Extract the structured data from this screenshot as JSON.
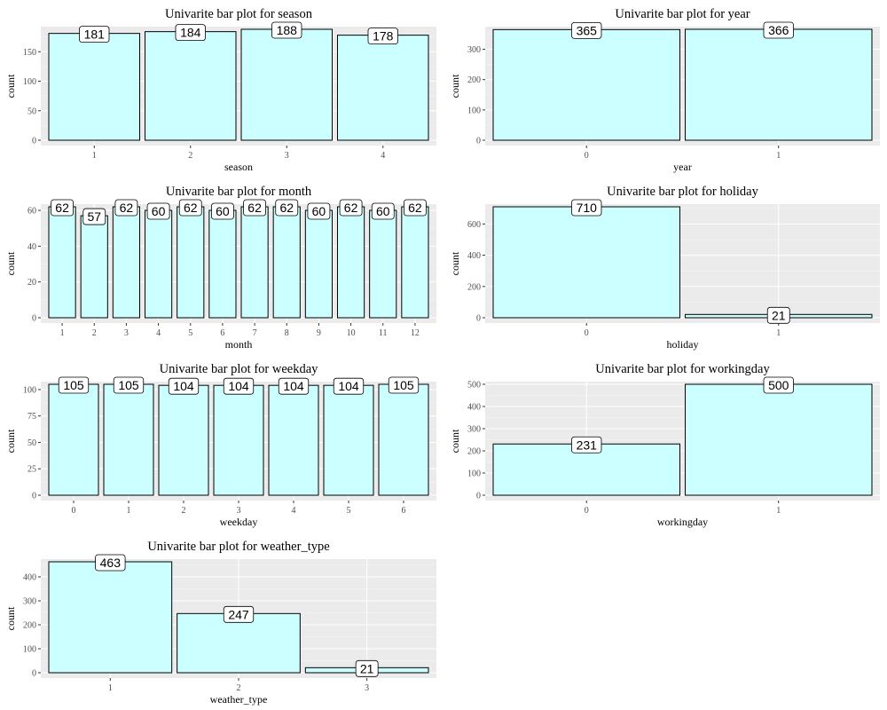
{
  "colors": {
    "panel_background": "#ebebeb",
    "grid_major": "#ffffff",
    "bar_fill": "#ccffff",
    "bar_outline": "#000000",
    "label_box": "#ffffff"
  },
  "chart_data": [
    {
      "type": "bar",
      "title": "Univarite bar plot for season",
      "xlabel": "season",
      "ylabel": "count",
      "categories": [
        "1",
        "2",
        "3",
        "4"
      ],
      "values": [
        181,
        184,
        188,
        178
      ],
      "data_labels": [
        "181",
        "184",
        "188",
        "178"
      ],
      "yticks": [
        0,
        50,
        100,
        150
      ],
      "ytick_labels": [
        "0",
        "50",
        "100",
        "150"
      ],
      "ylim": [
        0,
        188
      ],
      "grid": true
    },
    {
      "type": "bar",
      "title": "Univarite bar plot for year",
      "xlabel": "year",
      "ylabel": "count",
      "categories": [
        "0",
        "1"
      ],
      "values": [
        365,
        366
      ],
      "data_labels": [
        "365",
        "366"
      ],
      "yticks": [
        0,
        100,
        200,
        300
      ],
      "ytick_labels": [
        "0",
        "100",
        "200",
        "300"
      ],
      "ylim": [
        0,
        366
      ],
      "grid": true
    },
    {
      "type": "bar",
      "title": "Univarite bar plot for month",
      "xlabel": "month",
      "ylabel": "count",
      "categories": [
        "1",
        "2",
        "3",
        "4",
        "5",
        "6",
        "7",
        "8",
        "9",
        "10",
        "11",
        "12"
      ],
      "values": [
        62,
        57,
        62,
        60,
        62,
        60,
        62,
        62,
        60,
        62,
        60,
        62
      ],
      "data_labels": [
        "62",
        "57",
        "62",
        "60",
        "62",
        "60",
        "62",
        "62",
        "60",
        "62",
        "60",
        "62"
      ],
      "yticks": [
        0,
        20,
        40,
        60
      ],
      "ytick_labels": [
        "0",
        "20",
        "40",
        "60"
      ],
      "ylim": [
        0,
        62
      ],
      "grid": true
    },
    {
      "type": "bar",
      "title": "Univarite bar plot for holiday",
      "xlabel": "holiday",
      "ylabel": "count",
      "categories": [
        "0",
        "1"
      ],
      "values": [
        710,
        21
      ],
      "data_labels": [
        "710",
        "21"
      ],
      "yticks": [
        0,
        200,
        400,
        600
      ],
      "ytick_labels": [
        "0",
        "200",
        "400",
        "600"
      ],
      "ylim": [
        0,
        710
      ],
      "grid": true
    },
    {
      "type": "bar",
      "title": "Univarite bar plot for weekday",
      "xlabel": "weekday",
      "ylabel": "count",
      "categories": [
        "0",
        "1",
        "2",
        "3",
        "4",
        "5",
        "6"
      ],
      "values": [
        105,
        105,
        104,
        104,
        104,
        104,
        105
      ],
      "data_labels": [
        "105",
        "105",
        "104",
        "104",
        "104",
        "104",
        "105"
      ],
      "yticks": [
        0,
        25,
        50,
        75,
        100
      ],
      "ytick_labels": [
        "0",
        "25",
        "50",
        "75",
        "100"
      ],
      "ylim": [
        0,
        105
      ],
      "grid": true
    },
    {
      "type": "bar",
      "title": "Univarite bar plot for workingday",
      "xlabel": "workingday",
      "ylabel": "count",
      "categories": [
        "0",
        "1"
      ],
      "values": [
        231,
        500
      ],
      "data_labels": [
        "231",
        "500"
      ],
      "yticks": [
        0,
        100,
        200,
        300,
        400,
        500
      ],
      "ytick_labels": [
        "0",
        "100",
        "200",
        "300",
        "400",
        "500"
      ],
      "ylim": [
        0,
        500
      ],
      "grid": true
    },
    {
      "type": "bar",
      "title": "Univarite bar plot for weather_type",
      "xlabel": "weather_type",
      "ylabel": "count",
      "categories": [
        "1",
        "2",
        "3"
      ],
      "values": [
        463,
        247,
        21
      ],
      "data_labels": [
        "463",
        "247",
        "21"
      ],
      "yticks": [
        0,
        100,
        200,
        300,
        400
      ],
      "ytick_labels": [
        "0",
        "100",
        "200",
        "300",
        "400"
      ],
      "ylim": [
        0,
        463
      ],
      "grid": true
    }
  ]
}
